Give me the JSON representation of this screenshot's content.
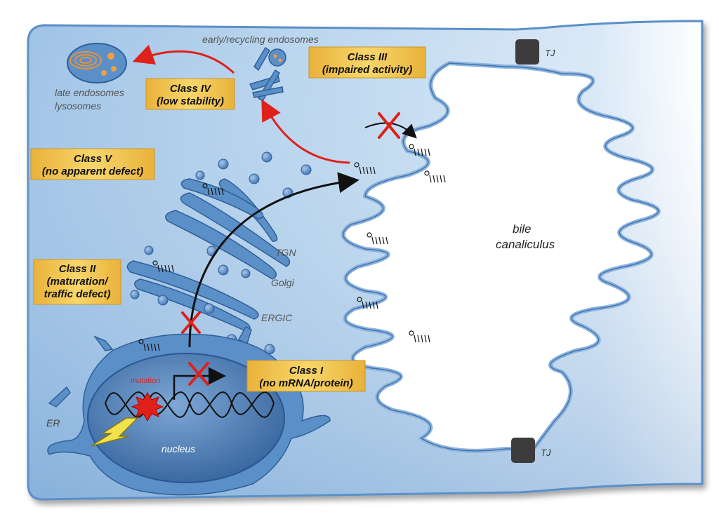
{
  "classes": {
    "class1": {
      "title": "Class I",
      "subtitle": "(no mRNA/protein)"
    },
    "class2": {
      "line1": "Class II",
      "line2": "(maturation/",
      "line3": "traffic defect)"
    },
    "class3": {
      "title": "Class III",
      "subtitle": "(impaired activity)"
    },
    "class4": {
      "title": "Class IV",
      "subtitle": "(low stability)"
    },
    "class5": {
      "title": "Class V",
      "subtitle": "(no apparent defect)"
    }
  },
  "labels": {
    "early_endosomes": "early/recycling endosomes",
    "late_endosomes": "late endosomes",
    "lysosomes": "lysosomes",
    "tgn": "TGN",
    "golgi": "Golgi",
    "ergic": "ERGIC",
    "er": "ER",
    "nucleus": "nucleus",
    "mutation": "mutation",
    "bile": "bile",
    "canaliculus": "canaliculus",
    "tj_top": "TJ",
    "tj_bottom": "TJ"
  },
  "colors": {
    "cell_fill": "#bcd6ee",
    "organelle": "#5b8fc7",
    "organelle_dark": "#2f5f98",
    "class_box": "#f3c64a",
    "red_arrow": "#e0201b",
    "cross": "#e0201b",
    "mutation_star": "#e0201b",
    "lightning": "#f2e24c",
    "tight_junction": "#3c3c3c"
  }
}
